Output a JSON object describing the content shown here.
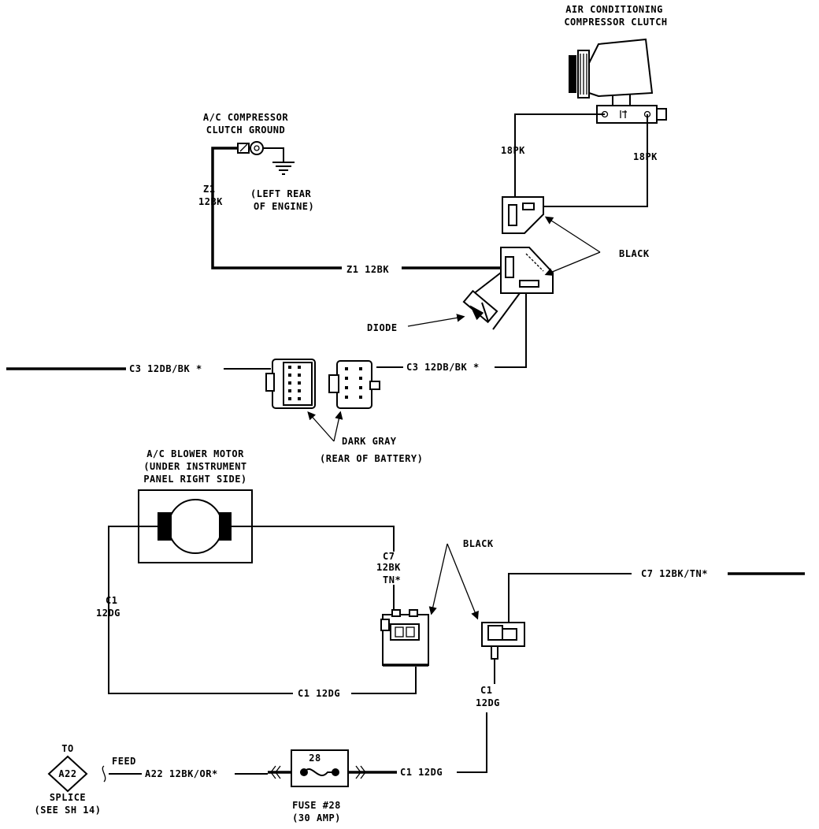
{
  "components": {
    "ac_clutch": {
      "line1": "AIR CONDITIONING",
      "line2": "COMPRESSOR CLUTCH"
    },
    "clutch_ground": {
      "line1": "A/C COMPRESSOR",
      "line2": "CLUTCH GROUND",
      "loc1": "(LEFT REAR",
      "loc2": "OF ENGINE)"
    },
    "blower_motor": {
      "line1": "A/C BLOWER MOTOR",
      "line2": "(UNDER INSTRUMENT",
      "line3": "PANEL RIGHT SIDE)"
    },
    "splice": {
      "to": "TO",
      "id": "A22",
      "line1": "SPLICE",
      "line2": "(SEE SH 14)"
    },
    "fuse": {
      "number": "28",
      "line1": "FUSE #28",
      "line2": "(30 AMP)"
    }
  },
  "wires": {
    "pk_left": "18PK",
    "pk_right": "18PK",
    "z1_vert_1": "Z1",
    "z1_vert_2": "12BK",
    "z1_horiz": "Z1 12BK",
    "c3_left": "C3 12DB/BK *",
    "c3_right": "C3 12DB/BK *",
    "c1_left_1": "C1",
    "c1_left_2": "12DG",
    "c7_vert_1": "C7",
    "c7_vert_2": "12BK",
    "c7_vert_3": "TN*",
    "c7_horiz": "C7 12BK/TN*",
    "c1_bottom": "C1 12DG",
    "c1_right_1": "C1",
    "c1_right_2": "12DG",
    "c1_fuse": "C1 12DG",
    "feed": "FEED",
    "a22": "A22 12BK/OR*"
  },
  "callouts": {
    "black_top": "BLACK",
    "diode": "DIODE",
    "dark_gray": "DARK GRAY",
    "battery": "(REAR OF BATTERY)",
    "black_bottom": "BLACK"
  }
}
